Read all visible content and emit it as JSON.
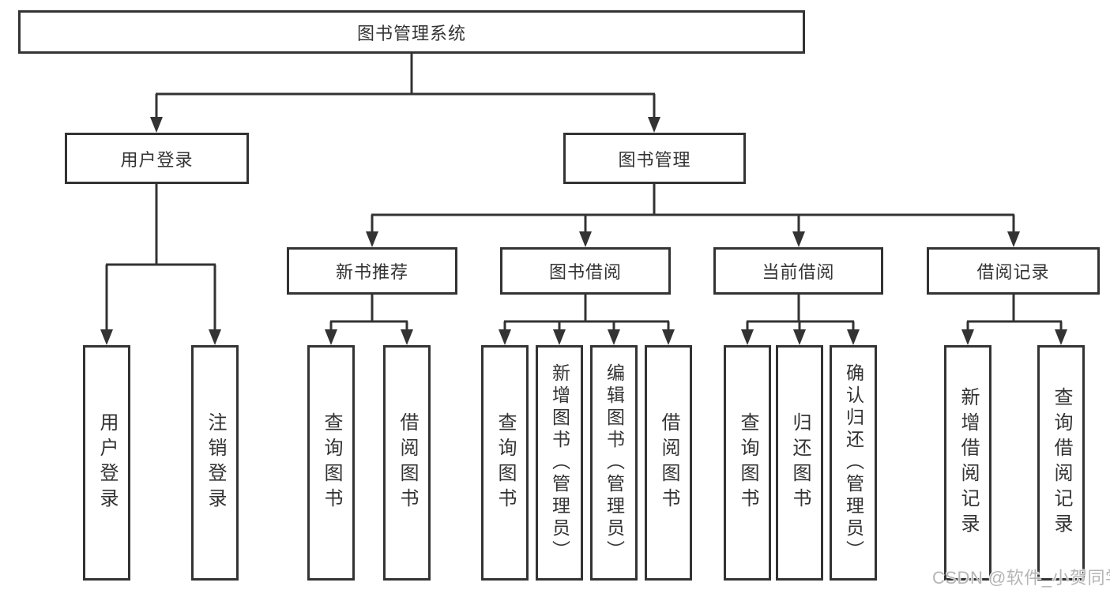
{
  "colors": {
    "line": "#333333",
    "text": "#333333",
    "watermark": "#b5b5b5",
    "background": "#ffffff"
  },
  "tree": {
    "root": "图书管理系统",
    "branches": [
      {
        "label": "用户登录",
        "children": [
          {
            "label": "用户登录"
          },
          {
            "label": "注销登录"
          }
        ]
      },
      {
        "label": "图书管理",
        "children": [
          {
            "label": "新书推荐",
            "children": [
              {
                "label": "查询图书"
              },
              {
                "label": "借阅图书"
              }
            ]
          },
          {
            "label": "图书借阅",
            "children": [
              {
                "label": "查询图书"
              },
              {
                "label": "新增图书（管理员）"
              },
              {
                "label": "编辑图书（管理员）"
              },
              {
                "label": "借阅图书"
              }
            ]
          },
          {
            "label": "当前借阅",
            "children": [
              {
                "label": "查询图书"
              },
              {
                "label": "归还图书"
              },
              {
                "label": "确认归还（管理员）"
              }
            ]
          },
          {
            "label": "借阅记录",
            "children": [
              {
                "label": "新增借阅记录"
              },
              {
                "label": "查询借阅记录"
              }
            ]
          }
        ]
      }
    ]
  },
  "watermark": "CSDN @软件_小贺同学"
}
